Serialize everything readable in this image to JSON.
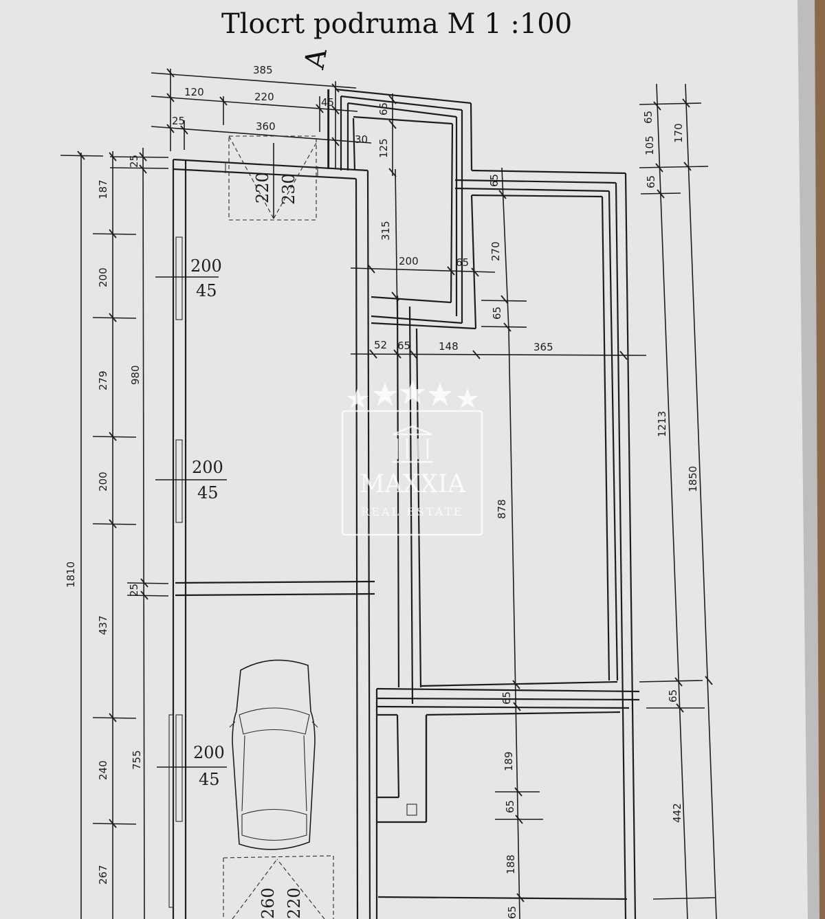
{
  "title": "Tlocrt  podruma  M 1 :100",
  "section_marker": "A",
  "watermark": {
    "brand": "MAXXIA",
    "tagline": "REAL ESTATE",
    "stars": 5
  },
  "dimensions": {
    "d385": "385",
    "d120": "120",
    "d220_top": "220",
    "d45_top": "45",
    "d65_top": "65",
    "d25_top": "25",
    "d360": "360",
    "d30": "30",
    "d125": "125",
    "d315": "315",
    "d200_mid": "200",
    "d65_mid": "65",
    "d270": "270",
    "d65_mid2": "65",
    "d52": "52",
    "d65_row": "65",
    "d148": "148",
    "d365": "365",
    "d878": "878",
    "d65_low": "65",
    "d189": "189",
    "d65_low2": "65",
    "d188": "188",
    "d65_bot": "65",
    "d187": "187",
    "d200_a": "200",
    "d279": "279",
    "d200_b": "200",
    "d437": "437",
    "d240": "240",
    "d267": "267",
    "d25_left_a": "25",
    "d25_left_b": "25",
    "d980": "980",
    "d755": "755",
    "d1810": "1810",
    "r65_a": "65",
    "r105": "105",
    "r170": "170",
    "r65_b": "65",
    "r1213": "1213",
    "r1850": "1850",
    "r65_c": "65",
    "r442": "442",
    "door_top_a": "220",
    "door_top_b": "230",
    "door_bot_a": "260",
    "door_bot_b": "220"
  },
  "windows": [
    {
      "w": "200",
      "h": "45"
    },
    {
      "w": "200",
      "h": "45"
    },
    {
      "w": "200",
      "h": "45"
    }
  ]
}
